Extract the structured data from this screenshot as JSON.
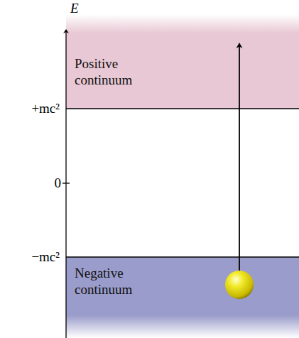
{
  "diagram": {
    "nodes": [
      {
        "text": [
          "Positive continuum"
        ]
      },
      {
        "text": [
          "Negative continuum"
        ]
      }
    ],
    "edges": [
      {
        "from": 1,
        "to": 0,
        "arrow": "to"
      }
    ],
    "labels": [
      "E",
      "+mc²",
      "0",
      "−mc²"
    ]
  }
}
